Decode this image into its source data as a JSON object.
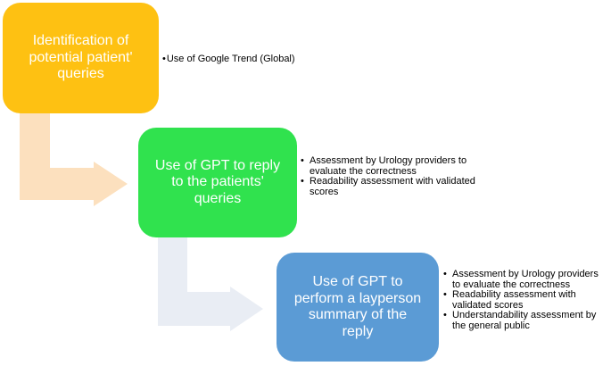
{
  "bullet_char": "•",
  "colors": {
    "step1_box": "#FEC112",
    "step2_box": "#30E24E",
    "step3_box": "#5B9BD5",
    "arrow1": "#FCE0BE",
    "arrow2": "#E9EDF4",
    "box_text": "#FFFFFF",
    "bullet_text": "#000000",
    "background": "#FFFFFF"
  },
  "steps": [
    {
      "label": "Identification of\npotential patient'\nqueries",
      "bullets": [
        {
          "text": "Use of Google Trend (Global)"
        }
      ]
    },
    {
      "label": "Use of GPT to reply\nto the patients'\nqueries",
      "bullets": [
        {
          "text": "Assessment by Urology providers to\nevaluate the correctness"
        },
        {
          "text": "Readability assessment with validated\nscores"
        }
      ]
    },
    {
      "label": "Use of GPT to\nperform a layperson\nsummary of the\nreply",
      "bullets": [
        {
          "text": "Assessment by Urology providers\nto evaluate the correctness"
        },
        {
          "text": "Readability assessment with\nvalidated scores"
        },
        {
          "text": "Understandability assessment by\nthe general public"
        }
      ]
    }
  ]
}
